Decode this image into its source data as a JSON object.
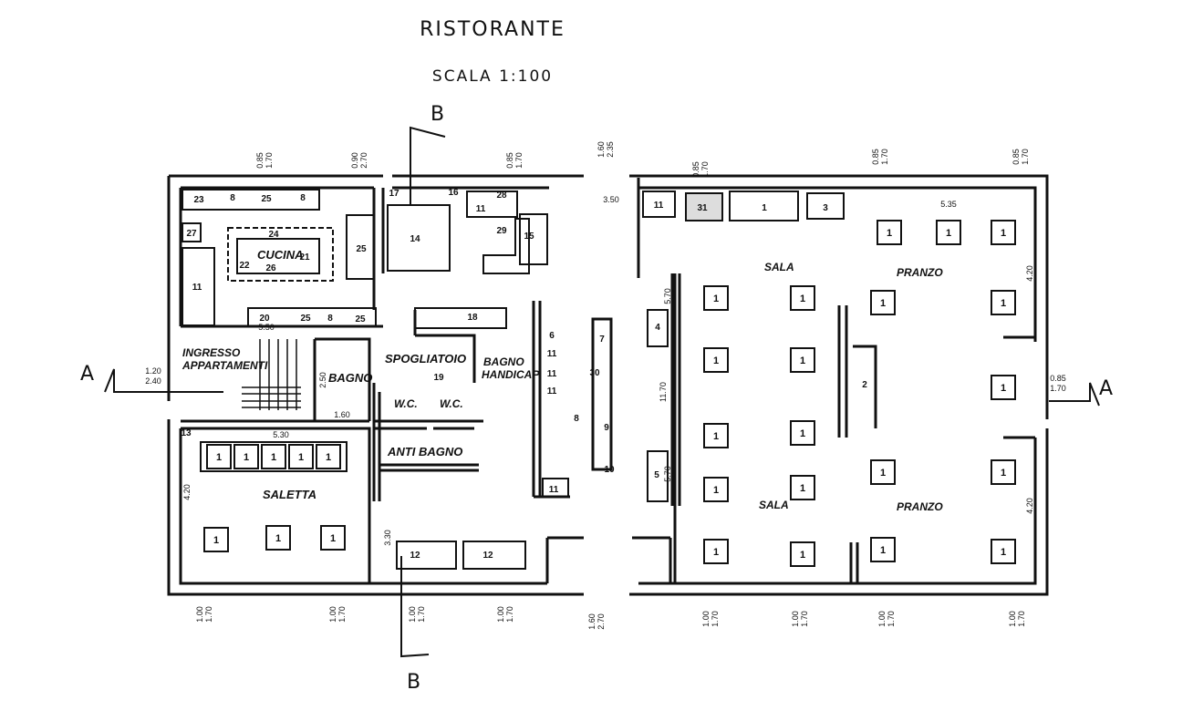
{
  "title": "RISTORANTE",
  "scale": "SCALA   1:100",
  "rooms": {
    "cucina": "CUCINA",
    "ingresso": "INGRESSO",
    "appartamenti": "APPARTAMENTI",
    "bagno": "BAGNO",
    "spogliatoio": "SPOGLIATOIO",
    "bagno_handicap_1": "BAGNO",
    "bagno_handicap_2": "HANDICAP",
    "wc1": "W.C.",
    "wc2": "W.C.",
    "anti_bagno": "ANTI BAGNO",
    "saletta": "SALETTA",
    "sala_top": "SALA",
    "pranzo_top": "PRANZO",
    "sala_bottom": "SALA",
    "pranzo_bottom": "PRANZO"
  },
  "sections": {
    "a_left": "A",
    "a_right": "A",
    "b_top": "B",
    "b_bottom": "B"
  },
  "dimensions": [
    {
      "id": "d1",
      "line1": "0.85",
      "line2": "1.70"
    },
    {
      "id": "d2",
      "line1": "0.90",
      "line2": "2.70"
    },
    {
      "id": "d3",
      "line1": "0.85",
      "line2": "1.70"
    },
    {
      "id": "d4",
      "line1": "1.60",
      "line2": "2.35"
    },
    {
      "id": "d5",
      "line1": "0.85",
      "line2": "1.70"
    },
    {
      "id": "d6",
      "line1": "0.85",
      "line2": "1.70"
    },
    {
      "id": "d7",
      "line1": "0.85",
      "line2": "1.70"
    },
    {
      "id": "d8",
      "line1": "1.20",
      "line2": "2.40"
    },
    {
      "id": "d9",
      "line1": "0.85",
      "line2": "1.70"
    },
    {
      "id": "d10",
      "line1": "1.00",
      "line2": "1.70"
    },
    {
      "id": "d11",
      "line1": "1.00",
      "line2": "1.70"
    },
    {
      "id": "d12",
      "line1": "1.00",
      "line2": "1.70"
    },
    {
      "id": "d13",
      "line1": "1.00",
      "line2": "1.70"
    },
    {
      "id": "d14",
      "line1": "1.60",
      "line2": "2.70"
    },
    {
      "id": "d15",
      "line1": "1.00",
      "line2": "1.70"
    },
    {
      "id": "d16",
      "line1": "1.00",
      "line2": "1.70"
    },
    {
      "id": "d17",
      "line1": "1.00",
      "line2": "1.70"
    },
    {
      "id": "d18",
      "line1": "1.00",
      "line2": "1.70"
    }
  ],
  "measures": {
    "m_350": "3.50",
    "m_535": "5.35",
    "m_420a": "4.20",
    "m_420b": "4.20",
    "m_570a": "5.70",
    "m_1170": "11.70",
    "m_570b": "5.70",
    "m_550": "5.50",
    "m_250": "2.50",
    "m_160": "1.60",
    "m_530": "5.30",
    "m_420c": "4.20",
    "m_330": "3.30"
  },
  "items": {
    "i23": "23",
    "i8a": "8",
    "i25a": "25",
    "i8b": "8",
    "i27": "27",
    "i24": "24",
    "i21": "21",
    "i22": "22",
    "i26": "26",
    "i25b": "25",
    "i11a": "11",
    "i20": "20",
    "i25c": "25",
    "i8c": "8",
    "i25d": "25",
    "i17": "17",
    "i14": "14",
    "i16": "16",
    "i28": "28",
    "i11b": "11",
    "i29": "29",
    "i15": "15",
    "i18": "18",
    "i19": "19",
    "i6": "6",
    "i11c": "11",
    "i11d": "11",
    "i11e": "11",
    "i8d": "8",
    "i11f": "11",
    "i7": "7",
    "i30": "30",
    "i9": "9",
    "i10": "10",
    "i11g": "11",
    "i31": "31",
    "i1a": "1",
    "i3": "3",
    "i4": "4",
    "i5": "5",
    "i2": "2",
    "i13": "13",
    "i12a": "12",
    "i12b": "12",
    "table": "1"
  }
}
